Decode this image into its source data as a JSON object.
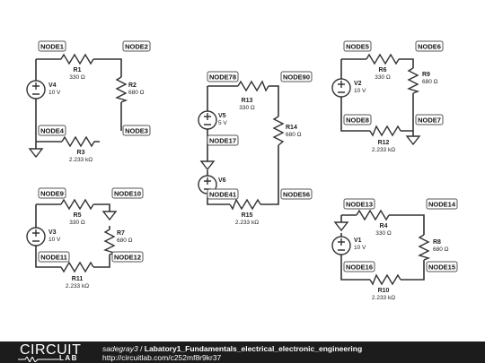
{
  "nodes": [
    {
      "id": "node1",
      "text": "NODE1"
    },
    {
      "id": "node2",
      "text": "NODE2"
    },
    {
      "id": "node4",
      "text": "NODE4"
    },
    {
      "id": "node3",
      "text": "NODE3"
    },
    {
      "id": "node78",
      "text": "NODE78"
    },
    {
      "id": "node90",
      "text": "NODE90"
    },
    {
      "id": "node17",
      "text": "NODE17"
    },
    {
      "id": "node41",
      "text": "NODE41"
    },
    {
      "id": "node56",
      "text": "NODE56"
    },
    {
      "id": "node5",
      "text": "NODE5"
    },
    {
      "id": "node6",
      "text": "NODE6"
    },
    {
      "id": "node8",
      "text": "NODE8"
    },
    {
      "id": "node7",
      "text": "NODE7"
    },
    {
      "id": "node9",
      "text": "NODE9"
    },
    {
      "id": "node10",
      "text": "NODE10"
    },
    {
      "id": "node11",
      "text": "NODE11"
    },
    {
      "id": "node12",
      "text": "NODE12"
    },
    {
      "id": "node13",
      "text": "NODE13"
    },
    {
      "id": "node14",
      "text": "NODE14"
    },
    {
      "id": "node16",
      "text": "NODE16"
    },
    {
      "id": "node15",
      "text": "NODE15"
    }
  ],
  "components": [
    {
      "id": "r1",
      "name": "R1",
      "value": "330 Ω"
    },
    {
      "id": "r2",
      "name": "R2",
      "value": "680 Ω"
    },
    {
      "id": "r3",
      "name": "R3",
      "value": "2.233 kΩ"
    },
    {
      "id": "v4",
      "name": "V4",
      "value": "10 V"
    },
    {
      "id": "r13",
      "name": "R13",
      "value": "330 Ω"
    },
    {
      "id": "r14",
      "name": "R14",
      "value": "680 Ω"
    },
    {
      "id": "r15",
      "name": "R15",
      "value": "2.233 kΩ"
    },
    {
      "id": "v5",
      "name": "V5",
      "value": "5 V"
    },
    {
      "id": "v6",
      "name": "V6",
      "value": ""
    },
    {
      "id": "r6",
      "name": "R6",
      "value": "330 Ω"
    },
    {
      "id": "r9",
      "name": "R9",
      "value": "680 Ω"
    },
    {
      "id": "r12",
      "name": "R12",
      "value": "2.233 kΩ"
    },
    {
      "id": "v2",
      "name": "V2",
      "value": "10 V"
    },
    {
      "id": "r5",
      "name": "R5",
      "value": "330 Ω"
    },
    {
      "id": "r7",
      "name": "R7",
      "value": "680 Ω"
    },
    {
      "id": "r11",
      "name": "R11",
      "value": "2.233 kΩ"
    },
    {
      "id": "v3",
      "name": "V3",
      "value": "10 V"
    },
    {
      "id": "r4",
      "name": "R4",
      "value": "330 Ω"
    },
    {
      "id": "r8",
      "name": "R8",
      "value": "680 Ω"
    },
    {
      "id": "r10",
      "name": "R10",
      "value": "2.233 kΩ"
    },
    {
      "id": "v1",
      "name": "V1",
      "value": "10 V"
    }
  ],
  "footer": {
    "logo_top": "CIRCUIT",
    "logo_bottom": "LAB",
    "user": "sadegray3",
    "separator": " / ",
    "title": "Labatory1_Fundamentals_electrical_electronic_engineering",
    "url": "http://circuitlab.com/c252mf8r9kr37"
  }
}
